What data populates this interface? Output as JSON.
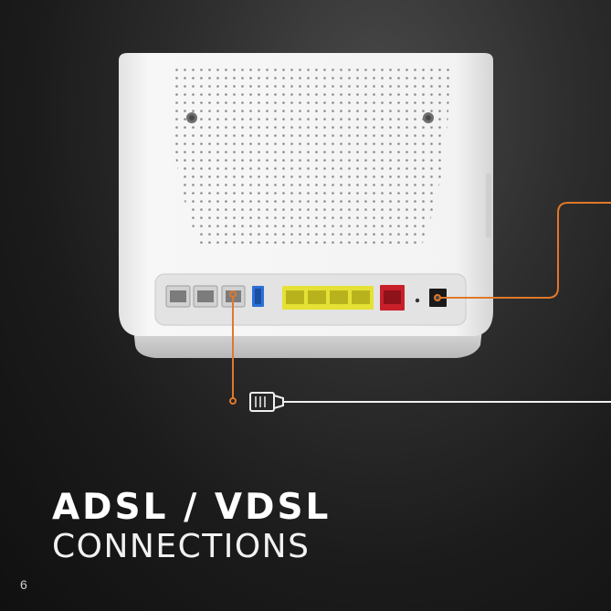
{
  "title": {
    "main": "ADSL / VDSL",
    "sub": "CONNECTIONS"
  },
  "page_number": "6",
  "colors": {
    "accent": "#e0782a",
    "cable": "#f0f0f0",
    "lan_port": "#e6e135",
    "wan_port": "#c8202a",
    "router_body": "#f4f4f4"
  },
  "icons": {
    "cable_connector": "rj11-plug-icon"
  }
}
